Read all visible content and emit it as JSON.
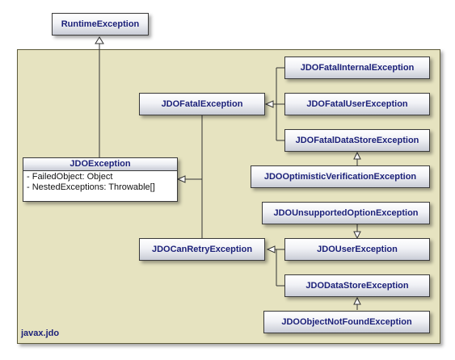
{
  "package": {
    "label": "javax.jdo"
  },
  "classes": {
    "runtime_exception": "RuntimeException",
    "jdo_exception": {
      "name": "JDOException",
      "attributes": [
        "- FailedObject: Object",
        "- NestedExceptions: Throwable[]"
      ]
    },
    "jdo_fatal_exception": "JDOFatalException",
    "jdo_fatal_internal_exception": "JDOFatalInternalException",
    "jdo_fatal_user_exception": "JDOFatalUserException",
    "jdo_fatal_data_store_exception": "JDOFatalDataStoreException",
    "jdo_optimistic_verification_exception": "JDOOptimisticVerificationException",
    "jdo_can_retry_exception": "JDOCanRetryException",
    "jdo_unsupported_option_exception": "JDOUnsupportedOptionException",
    "jdo_user_exception": "JDOUserException",
    "jdo_data_store_exception": "JDODataStoreException",
    "jdo_object_not_found_exception": "JDOObjectNotFoundException"
  },
  "colors": {
    "package_fill": "#e6e3c0",
    "class_text": "#1a1f78",
    "line": "#333333"
  }
}
